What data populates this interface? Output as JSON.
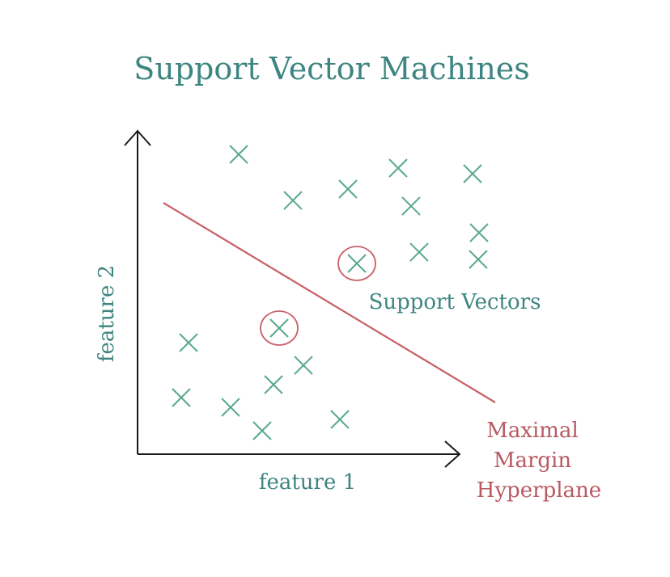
{
  "title": "Support Vector Machines",
  "x_axis_label": "feature 1",
  "y_axis_label": "feature 2",
  "annotations": {
    "support_vectors": "Support Vectors",
    "hyperplane_lines": [
      "Maximal",
      "Margin",
      "Hyperplane"
    ]
  },
  "colors": {
    "title": "#3d8580",
    "axis_text": "#3d8580",
    "points": "#5aaa8a",
    "hyperplane": "#c8606a",
    "hyperplane_text": "#b85a62",
    "axes": "#1a1a1a",
    "support_circle": "#c8606a"
  }
}
